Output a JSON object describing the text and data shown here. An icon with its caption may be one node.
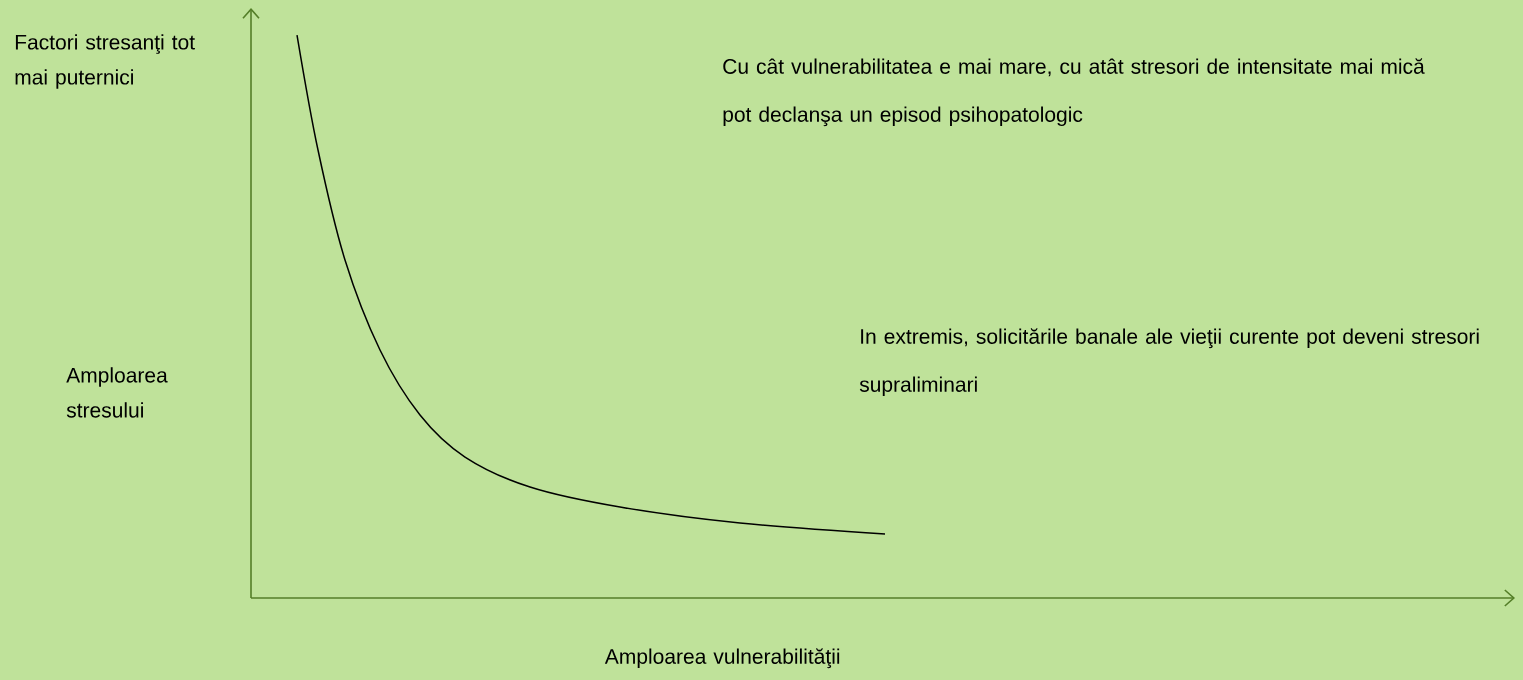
{
  "diagram": {
    "labels": [
      "Factori stresanţi tot mai puternici",
      "Amploarea stresului",
      "Cu cât vulnerabilitatea e mai mare, cu atât stresori de intensitate mai mică pot declanşa un episod psihopatologic",
      "In extremis, solicitările banale ale vieţii curente pot deveni stresori supraliminari",
      "Amploarea vulnerabilităţii"
    ]
  }
}
